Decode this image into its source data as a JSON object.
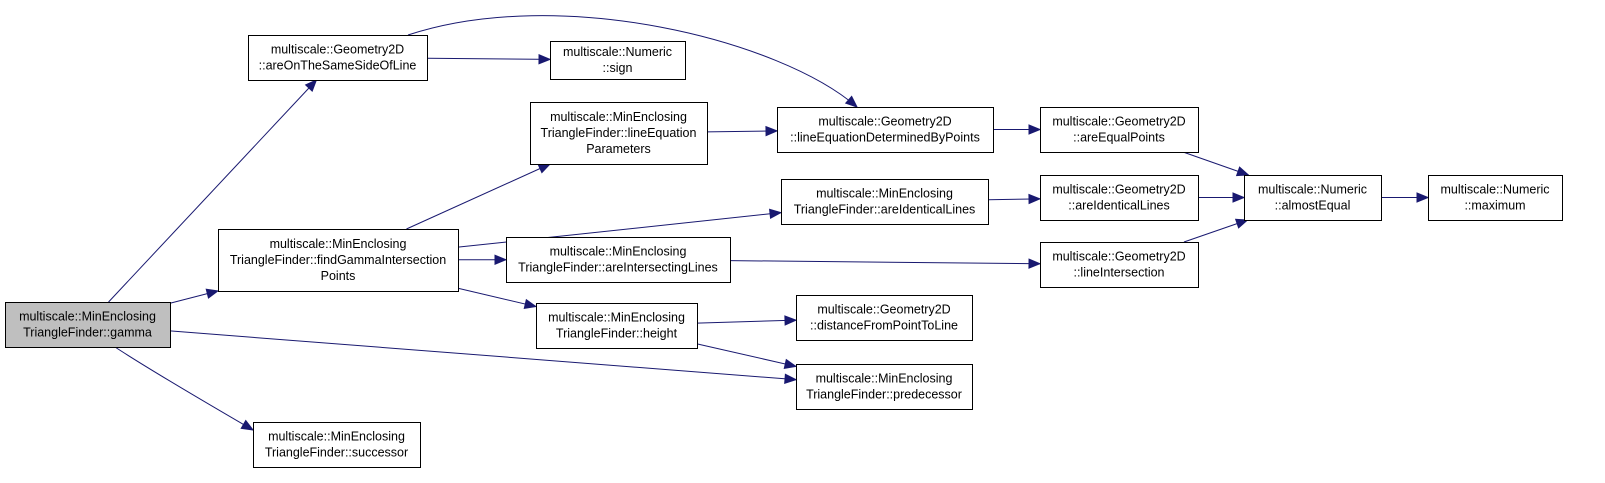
{
  "colors": {
    "edge": "#191970",
    "node_fill": "#ffffff",
    "node_focus_fill": "#bfbfbf",
    "node_border": "#000000"
  },
  "nodes": [
    {
      "id": "gamma",
      "lines": [
        "multiscale::MinEnclosing",
        "TriangleFinder::gamma"
      ],
      "focus": true
    },
    {
      "id": "areOnTheSameSideOfLine",
      "lines": [
        "multiscale::Geometry2D",
        "::areOnTheSameSideOfLine"
      ]
    },
    {
      "id": "sign",
      "lines": [
        "multiscale::Numeric",
        "::sign"
      ]
    },
    {
      "id": "findGammaIntersectionPoints",
      "lines": [
        "multiscale::MinEnclosing",
        "TriangleFinder::findGammaIntersection",
        "Points"
      ]
    },
    {
      "id": "lineEquationParameters",
      "lines": [
        "multiscale::MinEnclosing",
        "TriangleFinder::lineEquation",
        "Parameters"
      ]
    },
    {
      "id": "lineEquationDeterminedByPoints",
      "lines": [
        "multiscale::Geometry2D",
        "::lineEquationDeterminedByPoints"
      ]
    },
    {
      "id": "areEqualPoints",
      "lines": [
        "multiscale::Geometry2D",
        "::areEqualPoints"
      ]
    },
    {
      "id": "areIdenticalLinesMEF",
      "lines": [
        "multiscale::MinEnclosing",
        "TriangleFinder::areIdenticalLines"
      ]
    },
    {
      "id": "areIdenticalLinesG2D",
      "lines": [
        "multiscale::Geometry2D",
        "::areIdenticalLines"
      ]
    },
    {
      "id": "almostEqual",
      "lines": [
        "multiscale::Numeric",
        "::almostEqual"
      ]
    },
    {
      "id": "maximum",
      "lines": [
        "multiscale::Numeric",
        "::maximum"
      ]
    },
    {
      "id": "areIntersectingLines",
      "lines": [
        "multiscale::MinEnclosing",
        "TriangleFinder::areIntersectingLines"
      ]
    },
    {
      "id": "lineIntersection",
      "lines": [
        "multiscale::Geometry2D",
        "::lineIntersection"
      ]
    },
    {
      "id": "height",
      "lines": [
        "multiscale::MinEnclosing",
        "TriangleFinder::height"
      ]
    },
    {
      "id": "distanceFromPointToLine",
      "lines": [
        "multiscale::Geometry2D",
        "::distanceFromPointToLine"
      ]
    },
    {
      "id": "predecessor",
      "lines": [
        "multiscale::MinEnclosing",
        "TriangleFinder::predecessor"
      ]
    },
    {
      "id": "successor",
      "lines": [
        "multiscale::MinEnclosing",
        "TriangleFinder::successor"
      ]
    }
  ],
  "edges": [
    {
      "from": "gamma",
      "to": "areOnTheSameSideOfLine"
    },
    {
      "from": "gamma",
      "to": "findGammaIntersectionPoints"
    },
    {
      "from": "gamma",
      "to": "predecessor"
    },
    {
      "from": "gamma",
      "to": "successor"
    },
    {
      "from": "areOnTheSameSideOfLine",
      "to": "sign"
    },
    {
      "from": "areOnTheSameSideOfLine",
      "to": "lineEquationDeterminedByPoints"
    },
    {
      "from": "findGammaIntersectionPoints",
      "to": "lineEquationParameters"
    },
    {
      "from": "findGammaIntersectionPoints",
      "to": "areIdenticalLinesMEF"
    },
    {
      "from": "findGammaIntersectionPoints",
      "to": "areIntersectingLines"
    },
    {
      "from": "findGammaIntersectionPoints",
      "to": "height"
    },
    {
      "from": "lineEquationParameters",
      "to": "lineEquationDeterminedByPoints"
    },
    {
      "from": "lineEquationDeterminedByPoints",
      "to": "areEqualPoints"
    },
    {
      "from": "areEqualPoints",
      "to": "almostEqual"
    },
    {
      "from": "areIdenticalLinesMEF",
      "to": "areIdenticalLinesG2D"
    },
    {
      "from": "areIdenticalLinesG2D",
      "to": "almostEqual"
    },
    {
      "from": "almostEqual",
      "to": "maximum"
    },
    {
      "from": "areIntersectingLines",
      "to": "lineIntersection"
    },
    {
      "from": "lineIntersection",
      "to": "almostEqual"
    },
    {
      "from": "height",
      "to": "distanceFromPointToLine"
    },
    {
      "from": "height",
      "to": "predecessor"
    }
  ]
}
